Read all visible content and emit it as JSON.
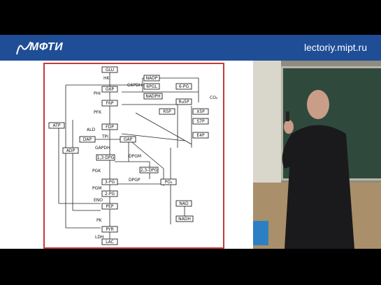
{
  "header": {
    "logo_text": "МФТИ",
    "site": "lectoriy.mipt.ru"
  },
  "diagram": {
    "nodes": [
      "GLU",
      "HK",
      "G6P",
      "PHI",
      "F6P",
      "PFK",
      "FDP",
      "ALD",
      "TPI",
      "DAP",
      "GAP",
      "GAPDH",
      "1,3-DPG",
      "DPGM",
      "2,3-DPG",
      "PGK",
      "3-PG",
      "DPGP",
      "PO₄",
      "PGM",
      "2-PG",
      "ENO",
      "PEP",
      "PK",
      "PYR",
      "LDH",
      "LAC",
      "ATP",
      "ADP",
      "NADP",
      "G6PDH",
      "6PGL",
      "6-PG",
      "NADPH",
      "CO₂",
      "Ru5P",
      "R5P",
      "X5P",
      "S7P",
      "E4P",
      "NAD",
      "NADH"
    ]
  },
  "colors": {
    "header_bg": "#1f4e97",
    "slide_border": "#c23a3a"
  }
}
